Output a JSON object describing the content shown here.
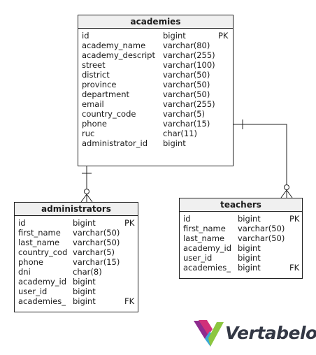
{
  "tables": {
    "academies": {
      "title": "academies",
      "columns": [
        {
          "name": "id",
          "type": "bigint",
          "key": "PK"
        },
        {
          "name": "academy_name",
          "type": "varchar(80)",
          "key": ""
        },
        {
          "name": "academy_descript",
          "type": "varchar(255)",
          "key": ""
        },
        {
          "name": "street",
          "type": "varchar(100)",
          "key": ""
        },
        {
          "name": "district",
          "type": "varchar(50)",
          "key": ""
        },
        {
          "name": "province",
          "type": "varchar(50)",
          "key": ""
        },
        {
          "name": "department",
          "type": "varchar(50)",
          "key": ""
        },
        {
          "name": "email",
          "type": "varchar(255)",
          "key": ""
        },
        {
          "name": "country_code",
          "type": "varchar(5)",
          "key": ""
        },
        {
          "name": "phone",
          "type": "varchar(15)",
          "key": ""
        },
        {
          "name": "ruc",
          "type": "char(11)",
          "key": ""
        },
        {
          "name": "administrator_id",
          "type": "bigint",
          "key": ""
        }
      ]
    },
    "administrators": {
      "title": "administrators",
      "columns": [
        {
          "name": "id",
          "type": "bigint",
          "key": "PK"
        },
        {
          "name": "first_name",
          "type": "varchar(50)",
          "key": ""
        },
        {
          "name": "last_name",
          "type": "varchar(50)",
          "key": ""
        },
        {
          "name": "country_cod",
          "type": "varchar(5)",
          "key": ""
        },
        {
          "name": "phone",
          "type": "varchar(15)",
          "key": ""
        },
        {
          "name": "dni",
          "type": "char(8)",
          "key": ""
        },
        {
          "name": "academy_id",
          "type": "bigint",
          "key": ""
        },
        {
          "name": "user_id",
          "type": "bigint",
          "key": ""
        },
        {
          "name": "academies_",
          "type": "bigint",
          "key": "FK"
        }
      ]
    },
    "teachers": {
      "title": "teachers",
      "columns": [
        {
          "name": "id",
          "type": "bigint",
          "key": "PK"
        },
        {
          "name": "first_name",
          "type": "varchar(50)",
          "key": ""
        },
        {
          "name": "last_name",
          "type": "varchar(50)",
          "key": ""
        },
        {
          "name": "academy_id",
          "type": "bigint",
          "key": ""
        },
        {
          "name": "user_id",
          "type": "bigint",
          "key": ""
        },
        {
          "name": "academies_",
          "type": "bigint",
          "key": "FK"
        }
      ]
    }
  },
  "relationships": [
    {
      "from": "academies",
      "to": "administrators",
      "from_cardinality": "one",
      "to_cardinality": "zero-or-many"
    },
    {
      "from": "academies",
      "to": "teachers",
      "from_cardinality": "one",
      "to_cardinality": "zero-or-many"
    }
  ],
  "logo": {
    "text": "Vertabelo",
    "colors": [
      "#8e2c8f",
      "#d1317a",
      "#3aa9d8",
      "#8cc63f"
    ]
  }
}
